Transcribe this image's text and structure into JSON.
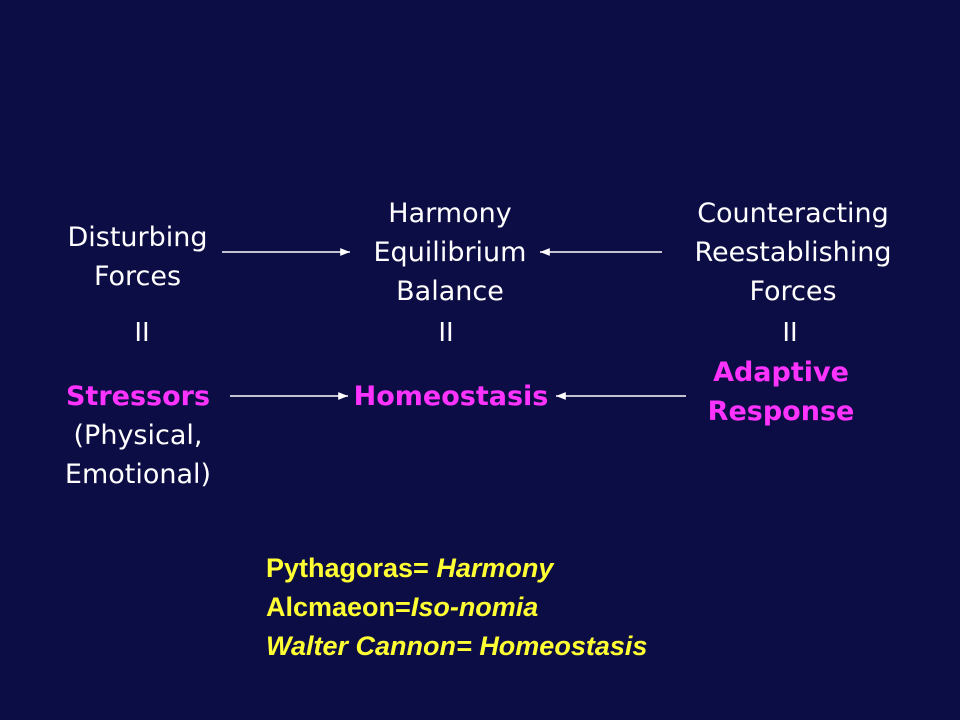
{
  "colors": {
    "background": "#0d0d45",
    "text": "#ffffff",
    "highlight": "#ff33ff",
    "footer": "#ffff33"
  },
  "top_row": {
    "left": [
      "Disturbing",
      "Forces"
    ],
    "center": [
      "Harmony",
      "Equilibrium",
      "Balance"
    ],
    "right": [
      "Counteracting",
      "Reestablishing",
      "Forces"
    ]
  },
  "equals": {
    "symbol": "II"
  },
  "bottom_row": {
    "left_title": "Stressors",
    "left_detail": [
      "(Physical,",
      "Emotional)"
    ],
    "center": "Homeostasis",
    "right": [
      "Adaptive",
      "Response"
    ]
  },
  "footer": {
    "line1": {
      "name": "Pythagoras=",
      "term": "Harmony"
    },
    "line2": {
      "name": "Alcmaeon=",
      "term": "Iso-nomia"
    },
    "line3": {
      "name": "Walter Cannon=",
      "term": "Homeostasis"
    }
  }
}
